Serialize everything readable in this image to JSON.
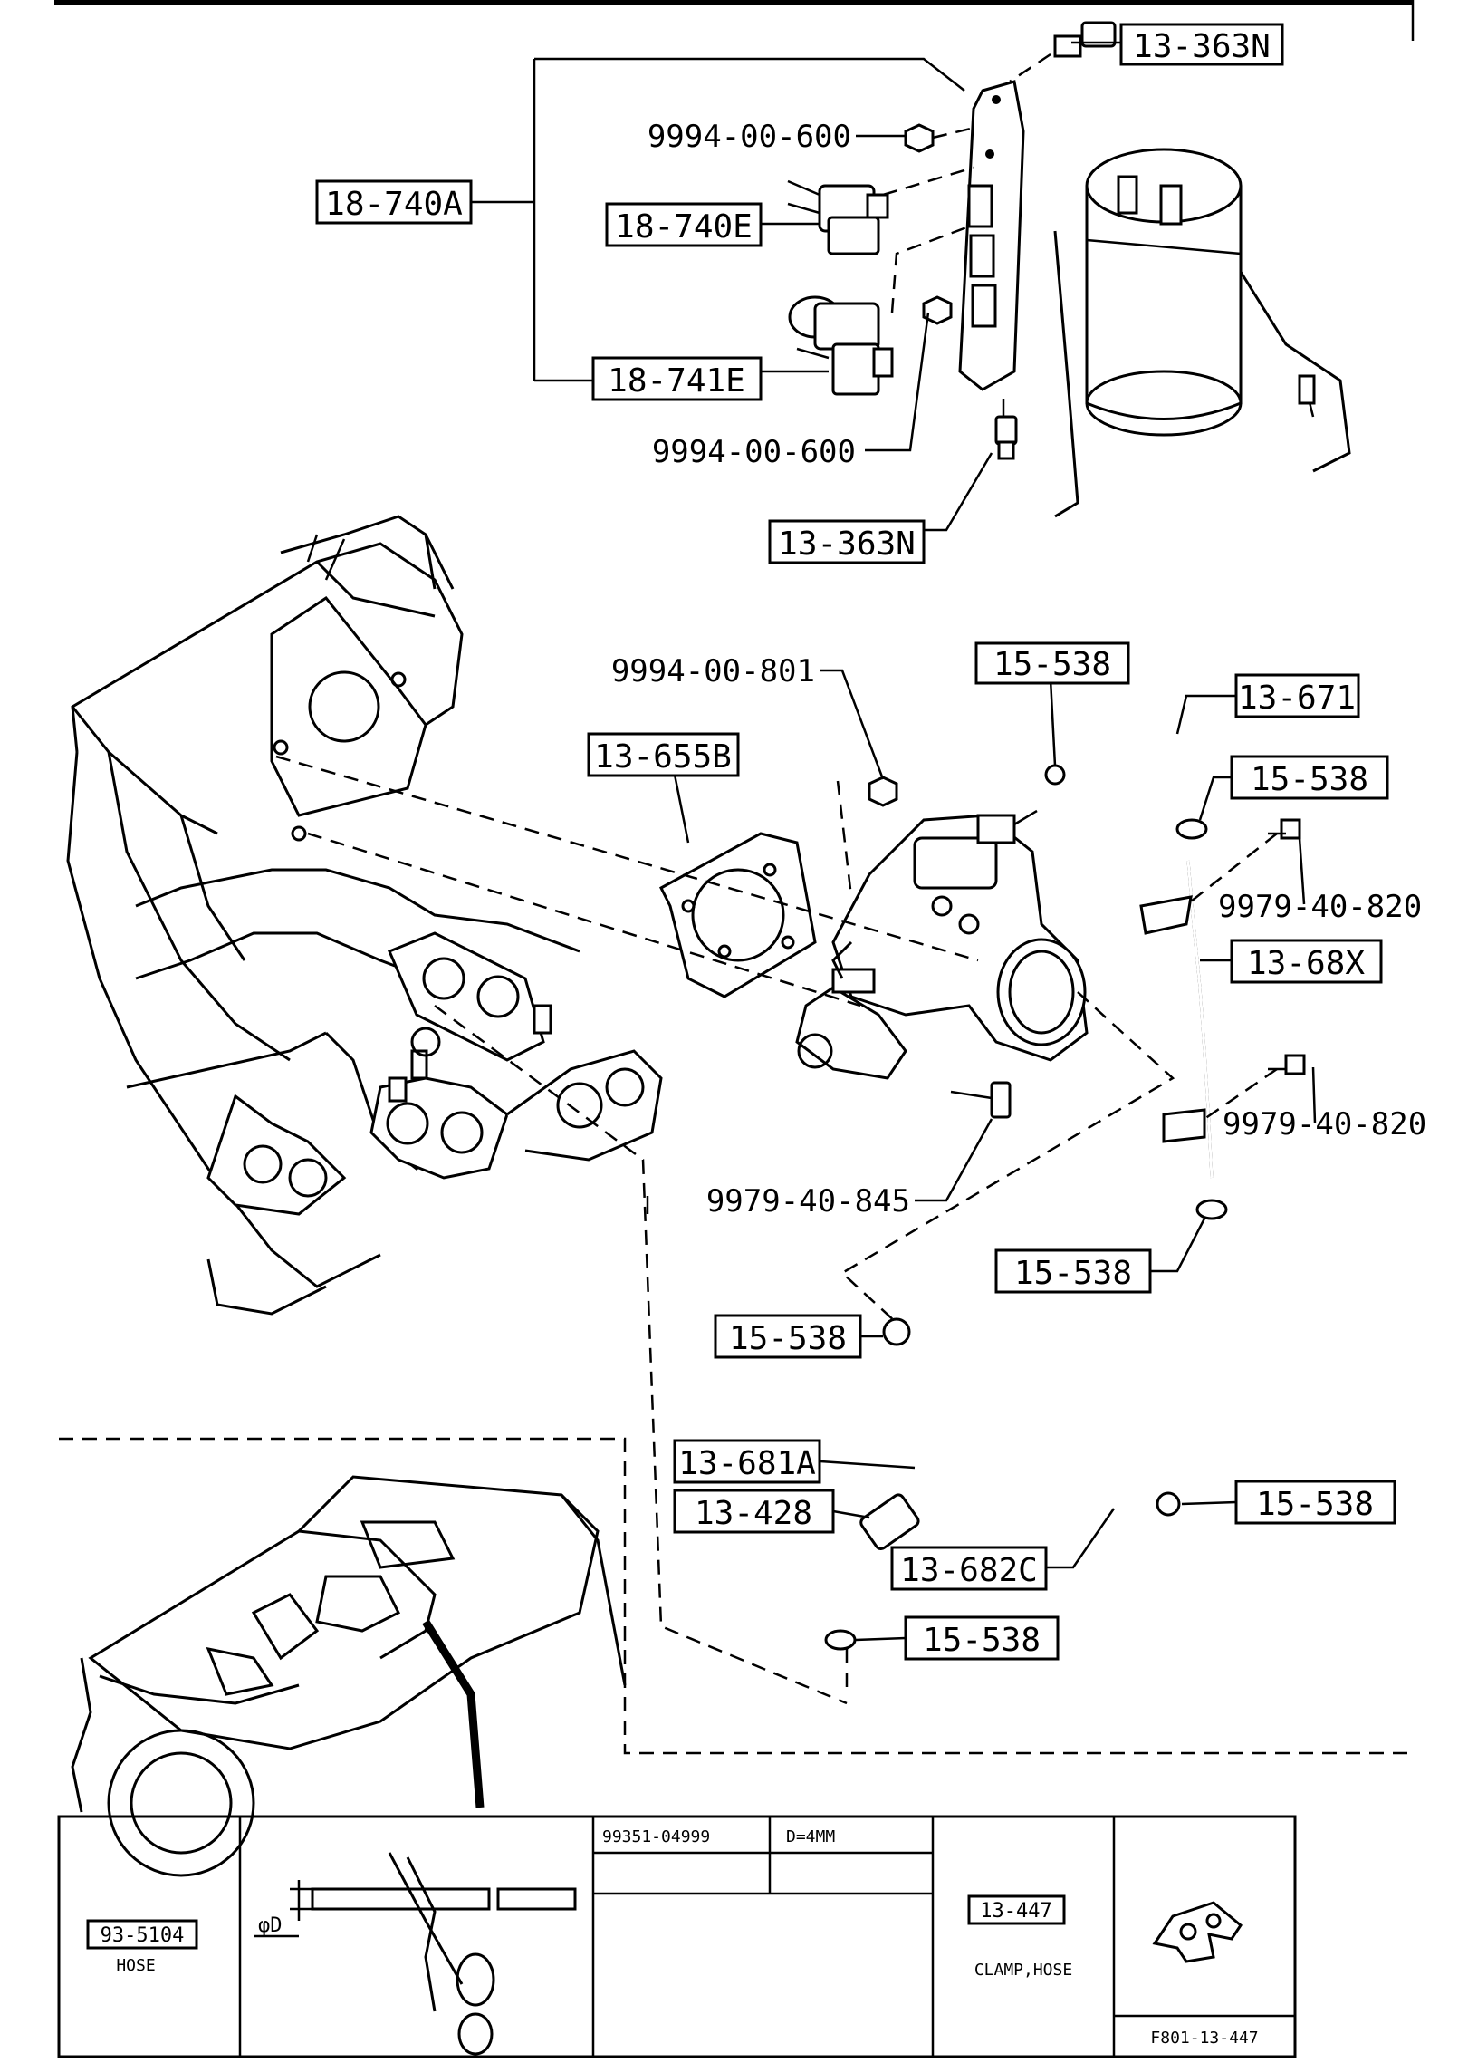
{
  "diagram": {
    "part_labels": {
      "p_13_363n_top": "13-363N",
      "p_9994_00_600_a": "9994-00-600",
      "p_18_740a": "18-740A",
      "p_18_740e": "18-740E",
      "p_18_741e": "18-741E",
      "p_9994_00_600_b": "9994-00-600",
      "p_13_363n_bottom": "13-363N",
      "p_9994_00_801": "9994-00-801",
      "p_15_538_a": "15-538",
      "p_13_671": "13-671",
      "p_13_655b": "13-655B",
      "p_15_538_b": "15-538",
      "p_9979_40_820_a": "9979-40-820",
      "p_13_68x": "13-68X",
      "p_9979_40_820_b": "9979-40-820",
      "p_9979_40_845": "9979-40-845",
      "p_15_538_c": "15-538",
      "p_15_538_d": "15-538",
      "p_13_681a": "13-681A",
      "p_13_428": "13-428",
      "p_15_538_e": "15-538",
      "p_13_682c": "13-682C",
      "p_15_538_f": "15-538"
    }
  },
  "legend_table": {
    "hose_code": "93-5104",
    "hose_name": "HOSE",
    "diameter_symbol": "φD",
    "hose_part_number": "99351-04999",
    "hose_spec": "D=4MM",
    "clamp_code": "13-447",
    "clamp_name": "CLAMP,HOSE",
    "figure_code": "F801-13-447"
  }
}
